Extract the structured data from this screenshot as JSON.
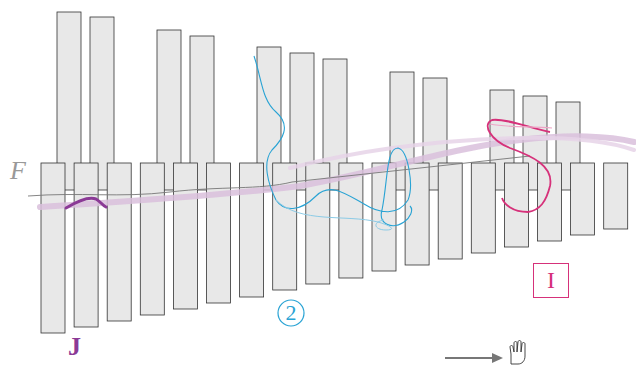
{
  "diagram": {
    "nodes": [
      {
        "text": [
          "2"
        ]
      },
      {
        "text": [
          "I"
        ]
      }
    ],
    "labels": [
      "F",
      "J"
    ]
  }
}
